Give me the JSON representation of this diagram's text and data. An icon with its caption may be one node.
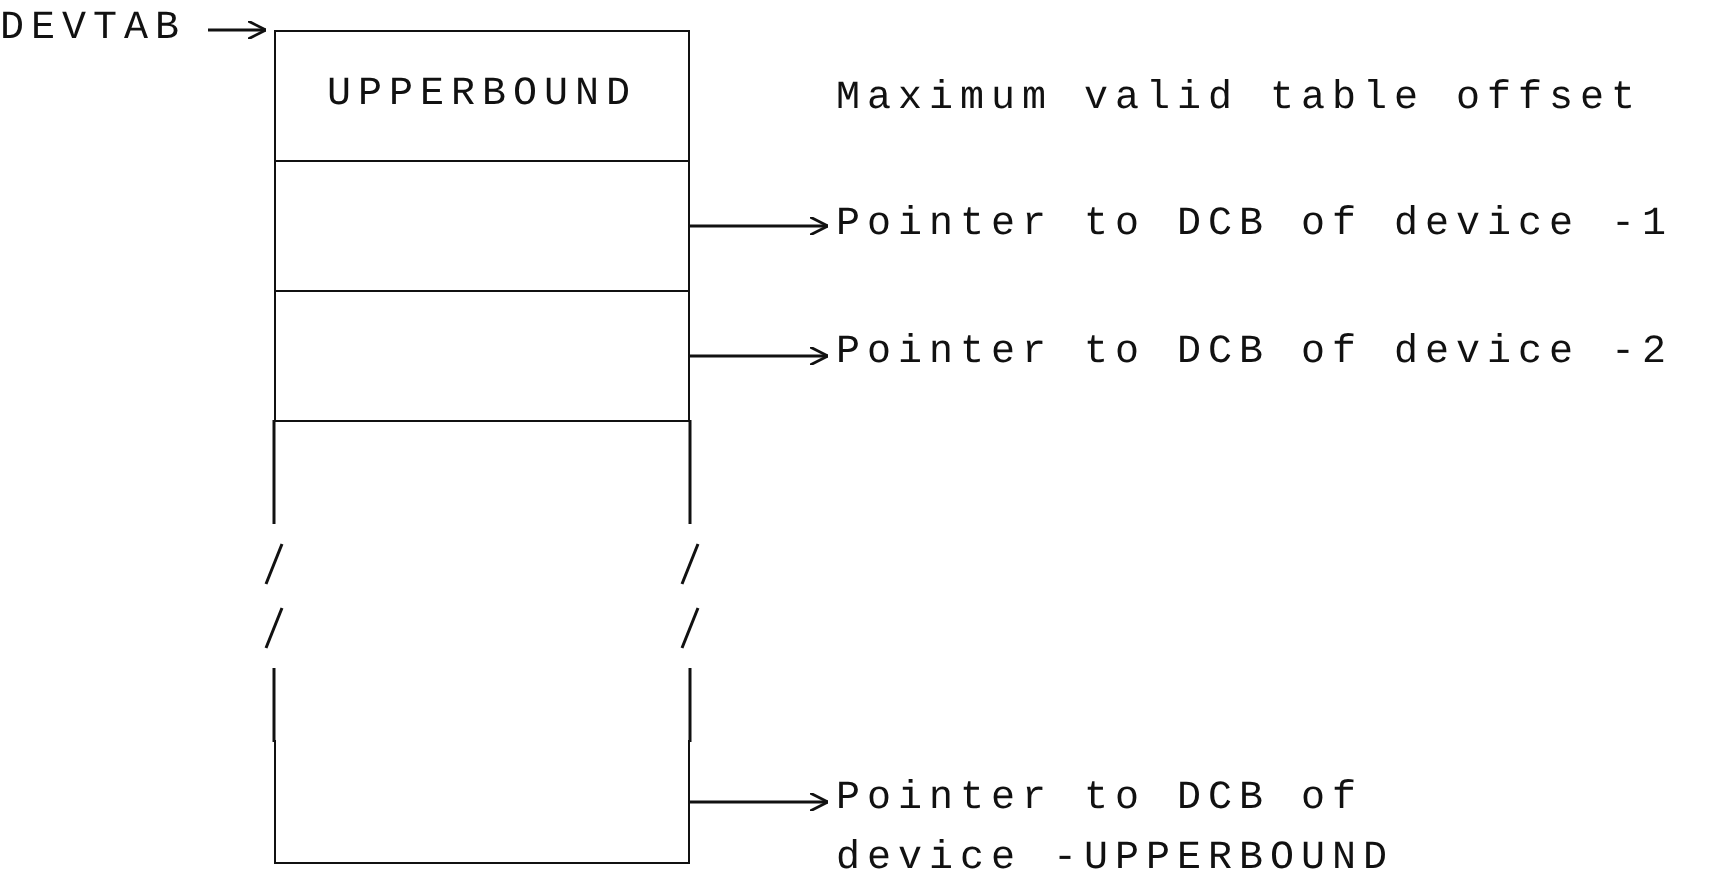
{
  "diagram": {
    "nodes": [
      {
        "text": [
          "DEVTAB"
        ]
      },
      {
        "text": [
          "UPPERBOUND"
        ],
        "beside": [
          "Maximum valid table offset"
        ]
      },
      {
        "text": [],
        "shape": "box"
      },
      {
        "text": [
          "Pointer to DCB of device -1"
        ]
      },
      {
        "text": [],
        "shape": "box"
      },
      {
        "text": [
          "Pointer to DCB of device -2"
        ]
      },
      {
        "text": [],
        "shape": "box"
      },
      {
        "text": [],
        "shape": "box"
      },
      {
        "text": [
          "Pointer to DCB of device -UPPERBOUND"
        ]
      }
    ],
    "edges": [
      {
        "from": 0,
        "to": 1,
        "arrow": "to"
      },
      {
        "from": 2,
        "to": 3,
        "arrow": "to"
      },
      {
        "from": 4,
        "to": 5,
        "arrow": "to"
      },
      {
        "from": 7,
        "to": 8,
        "arrow": "to"
      }
    ]
  }
}
